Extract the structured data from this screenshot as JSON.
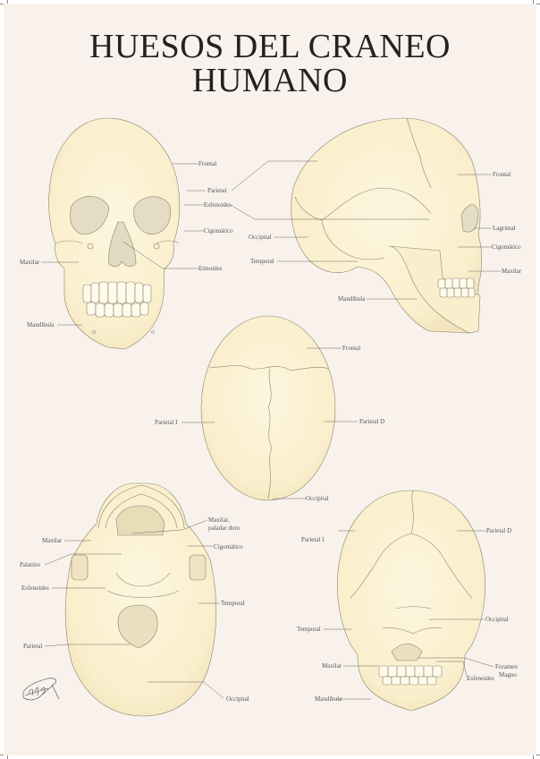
{
  "title": {
    "line1": "HUESOS DEL CRANEO",
    "line2": "HUMANO"
  },
  "colors": {
    "background": "#f9f2ec",
    "bone": "#fbf1d2",
    "bone_shadow": "#e9dcb6",
    "outline": "#8a8470",
    "leader": "#6a665c",
    "text": "#222222"
  },
  "views": {
    "frontal": {
      "labels": {
        "frontal": "Frontal",
        "parietal": "Parietal",
        "esfenoides": "Esfenoides",
        "cigomatico": "Cigomático",
        "maxilar": "Maxilar",
        "etmoides": "Etmoides",
        "mandibula": "Mandíbula"
      }
    },
    "lateral": {
      "labels": {
        "frontal": "Frontal",
        "lagrimal": "Lagrimal",
        "cigomatico": "Cigomático",
        "maxilar": "Maxilar",
        "occipital": "Occipital",
        "temporal": "Temporal",
        "mandibula": "Mandíbula"
      }
    },
    "superior": {
      "labels": {
        "frontal": "Frontal",
        "parietal_i": "Parietal I",
        "parietal_d": "Parietal D",
        "occipital": "Occipital"
      }
    },
    "inferior": {
      "labels": {
        "maxilar_paladar_1": "Maxilar,",
        "maxilar_paladar_2": "paladar duro",
        "maxilar": "Maxilar",
        "cigomatico": "Cigomático",
        "palatino": "Palatino",
        "esfenoides": "Esfenoides",
        "temporal": "Temporal",
        "parietal": "Parietal",
        "occipital": "Occipital"
      }
    },
    "posterior": {
      "labels": {
        "parietal_i": "Parietal I",
        "parietal_d": "Parietal D",
        "occipital": "Occipital",
        "temporal": "Temporal",
        "maxilar": "Maxilar",
        "foramen_1": "Foramen",
        "foramen_2": "Magno",
        "esfenoides": "Esfenoides",
        "mandibula": "Mandíbula"
      }
    }
  }
}
